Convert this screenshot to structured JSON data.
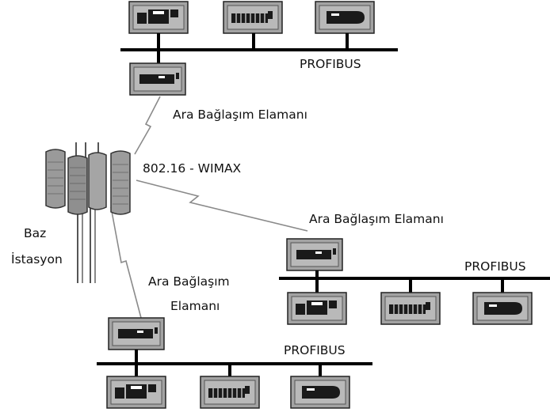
{
  "labels": {
    "gateway_top": "Ara Bağlaşım Elamanı",
    "gateway_right": "Ara Bağlaşım Elamanı",
    "gateway_bottom_line1": "Ara Bağlaşım",
    "gateway_bottom_line2": "Elamanı",
    "wireless_link": "802.16 - WIMAX",
    "base_station_line1": "Baz",
    "base_station_line2": "İstasyon",
    "bus_top": "PROFIBUS",
    "bus_right": "PROFIBUS",
    "bus_bottom": "PROFIBUS"
  },
  "colors": {
    "device_body": "#a3a3a3",
    "device_face": "#b9b9b9",
    "bus_line": "#000000",
    "radio_link": "#8a8a8a"
  },
  "icons": {
    "base_station": "antenna-tower-icon",
    "gateway": "gateway-module-icon",
    "plc": "plc-module-icon",
    "io_module": "io-module-icon",
    "drive": "drive-connector-icon"
  }
}
